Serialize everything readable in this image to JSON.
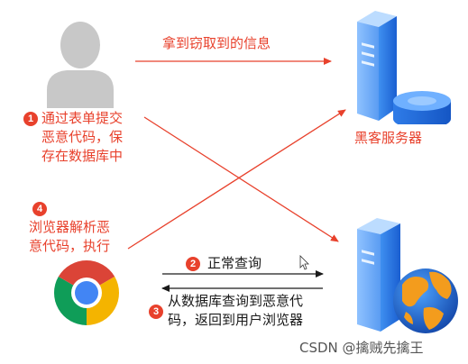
{
  "colors": {
    "accent": "#e8412c",
    "server_blue": "#1a5fd1",
    "person_gray": "#c8c8c8"
  },
  "icons": {
    "user": "user-silhouette-icon",
    "hacker_server": "hacker-server-icon",
    "browser": "chrome-browser-icon",
    "web_server": "web-server-icon",
    "cursor": "mouse-cursor-icon"
  },
  "top_arrow_label": "拿到窃取到的信息",
  "hacker_server_label": "黑客服务器",
  "steps": [
    {
      "num": "1",
      "lines": [
        "通过表单提交",
        "恶意代码，保",
        "存在数据库中"
      ]
    },
    {
      "num": "2",
      "lines": [
        "正常查询"
      ]
    },
    {
      "num": "3",
      "lines": [
        "从数据库查询到恶意代",
        "码，返回到用户浏览器"
      ]
    },
    {
      "num": "4",
      "lines": [
        "浏览器解析恶",
        "意代码，执行"
      ]
    }
  ],
  "watermark": "CSDN @擒贼先擒王"
}
